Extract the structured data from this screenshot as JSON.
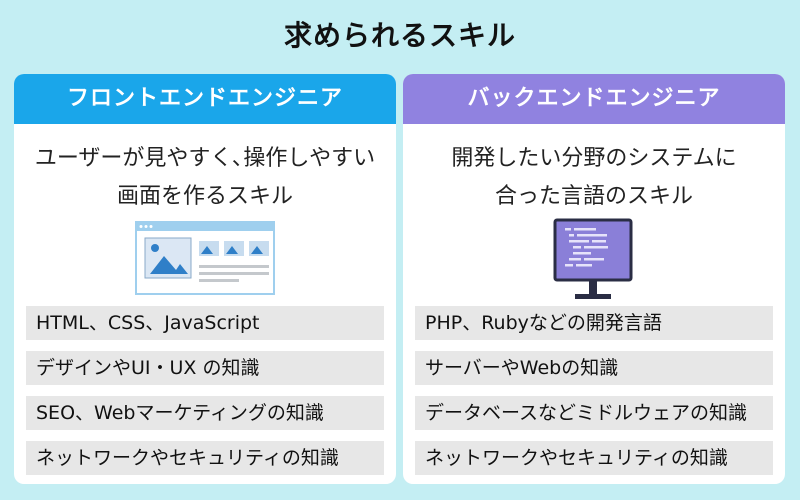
{
  "title": "求められるスキル",
  "colors": {
    "background": "#c4eef3",
    "frontend_header": "#1aa6ea",
    "backend_header": "#9082e0",
    "skill_bg": "#e7e7e7"
  },
  "frontend": {
    "header": "フロントエンドエンジニア",
    "desc_line1": "ユーザーが見やすく､操作しやすい",
    "desc_line2": "画面を作るスキル",
    "illustration": "web-page-wireframe-icon",
    "skills": [
      "HTML、CSS、JavaScript",
      "デザインやUI・UX の知識",
      "SEO、Webマーケティングの知識",
      "ネットワークやセキュリティの知識"
    ]
  },
  "backend": {
    "header": "バックエンドエンジニア",
    "desc_line1": "開発したい分野のシステムに",
    "desc_line2": "合った言語のスキル",
    "illustration": "code-monitor-icon",
    "skills": [
      "PHP、Rubyなどの開発言語",
      "サーバーやWebの知識",
      "データベースなどミドルウェアの知識",
      "ネットワークやセキュリティの知識"
    ]
  }
}
